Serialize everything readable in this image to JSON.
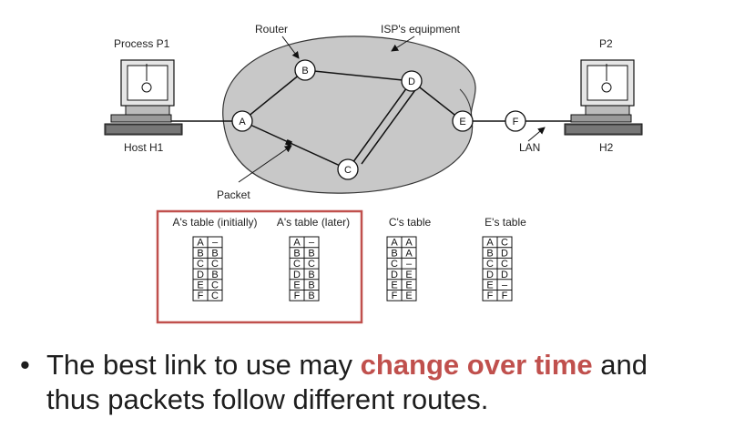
{
  "labels": {
    "router": "Router",
    "isp": "ISP's equipment",
    "process_p1": "Process P1",
    "p2": "P2",
    "host_h1": "Host H1",
    "h2": "H2",
    "lan": "LAN",
    "packet": "Packet"
  },
  "nodes": [
    "A",
    "B",
    "C",
    "D",
    "E",
    "F"
  ],
  "tables": [
    {
      "title": "A's table (initially)",
      "rows": [
        [
          "A",
          "–"
        ],
        [
          "B",
          "B"
        ],
        [
          "C",
          "C"
        ],
        [
          "D",
          "B"
        ],
        [
          "E",
          "C"
        ],
        [
          "F",
          "C"
        ]
      ]
    },
    {
      "title": "A's table (later)",
      "rows": [
        [
          "A",
          "–"
        ],
        [
          "B",
          "B"
        ],
        [
          "C",
          "C"
        ],
        [
          "D",
          "B"
        ],
        [
          "E",
          "B"
        ],
        [
          "F",
          "B"
        ]
      ]
    },
    {
      "title": "C's table",
      "rows": [
        [
          "A",
          "A"
        ],
        [
          "B",
          "A"
        ],
        [
          "C",
          "–"
        ],
        [
          "D",
          "E"
        ],
        [
          "E",
          "E"
        ],
        [
          "F",
          "E"
        ]
      ]
    },
    {
      "title": "E's table",
      "rows": [
        [
          "A",
          "C"
        ],
        [
          "B",
          "D"
        ],
        [
          "C",
          "C"
        ],
        [
          "D",
          "D"
        ],
        [
          "E",
          "–"
        ],
        [
          "F",
          "F"
        ]
      ]
    }
  ],
  "bullet": {
    "marker": "•",
    "text_before": "The best link to use may",
    "highlight": "change over time",
    "text_after": "and",
    "line2": "thus packets follow different routes.",
    "highlight_color": "#c0504d"
  }
}
